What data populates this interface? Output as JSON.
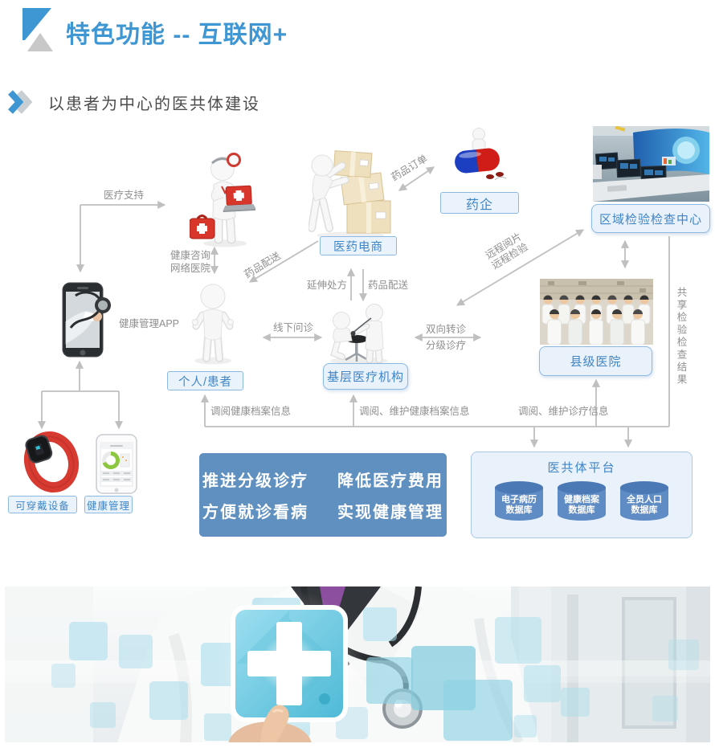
{
  "slide": {
    "title": "特色功能 -- 互联网+",
    "subtitle": "以患者为中心的医共体建设"
  },
  "nodes": {
    "ecommerce": "医药电商",
    "pharma": "药企",
    "regional_center": "区域检验检查中心",
    "county_hospital": "县级医院",
    "primary_care": "基层医疗机构",
    "patient": "个人/患者",
    "wearable": "可穿戴设备",
    "health_mgmt": "健康管理"
  },
  "edges": {
    "medical_support": "医疗支持",
    "health_consult": [
      "健康咨询",
      "网络医院"
    ],
    "drug_delivery_a": "药品配送",
    "drug_order": "药品订单",
    "extend_prescription": "延伸处方",
    "drug_delivery_b": "药品配送",
    "health_app": "健康管理APP",
    "offline_visit": "线下问诊",
    "two_way_referral": [
      "双向转诊",
      "分级诊疗"
    ],
    "remote_services": [
      "远程阅片",
      "远程检验"
    ],
    "share_results": "共享检验检查结果",
    "view_health_records": "调阅健康档案信息",
    "maintain_health_records": "调阅、维护健康档案信息",
    "maintain_treatment_info": "调阅、维护诊疗信息"
  },
  "benefits": [
    "推进分级诊疗",
    "降低医疗费用",
    "方便就诊看病",
    "实现健康管理"
  ],
  "platform": {
    "title": "医共体平台",
    "databases": [
      {
        "line1": "电子病历",
        "line2": "数据库"
      },
      {
        "line1": "健康档案",
        "line2": "数据库"
      },
      {
        "line1": "全员人口",
        "line2": "数据库"
      }
    ]
  },
  "colors": {
    "accent_blue": "#3e96d3",
    "box_border": "#8cb9e2",
    "box_fill": "#eaf3fb",
    "box_text": "#3f85c6",
    "benefit_bg": "#6090c0",
    "database_fill": "#5f8cc4",
    "arrow_gray": "#bfbfbf",
    "label_gray": "#8f8f8f"
  }
}
